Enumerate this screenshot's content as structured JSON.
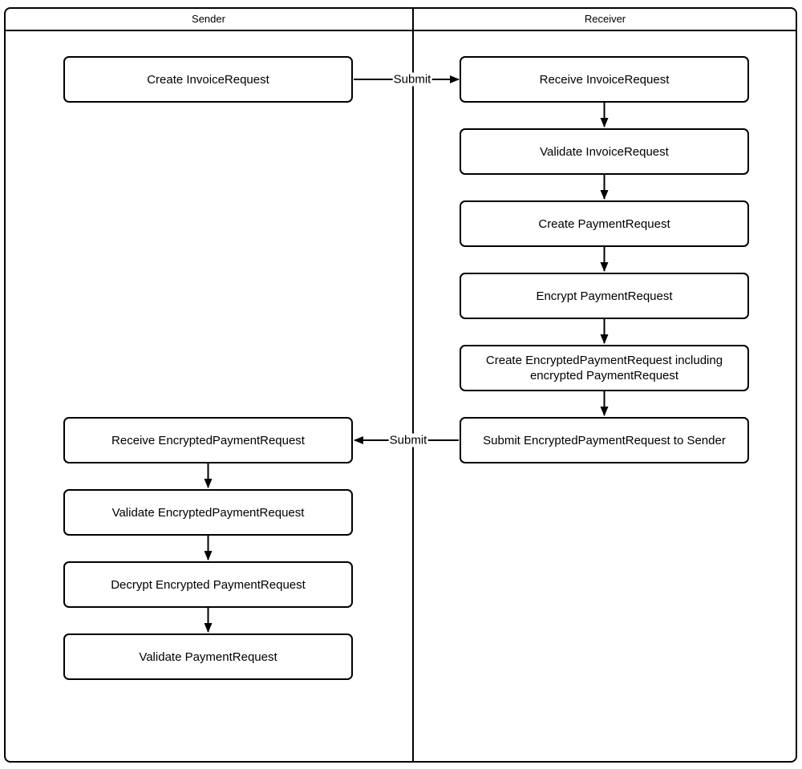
{
  "lanes": {
    "sender": {
      "title": "Sender",
      "nodes": [
        {
          "label": "Create InvoiceRequest"
        },
        {
          "label": "Receive EncryptedPaymentRequest"
        },
        {
          "label": "Validate EncryptedPaymentRequest"
        },
        {
          "label": "Decrypt Encrypted PaymentRequest"
        },
        {
          "label": "Validate PaymentRequest"
        }
      ]
    },
    "receiver": {
      "title": "Receiver",
      "nodes": [
        {
          "label": "Receive InvoiceRequest"
        },
        {
          "label": "Validate InvoiceRequest"
        },
        {
          "label": "Create PaymentRequest"
        },
        {
          "label": "Encrypt PaymentRequest"
        },
        {
          "label": "Create EncryptedPaymentRequest including encrypted PaymentRequest"
        },
        {
          "label": "Submit EncryptedPaymentRequest to Sender"
        }
      ]
    }
  },
  "edges": {
    "submit_invoice": {
      "label": "Submit"
    },
    "submit_payment": {
      "label": "Submit"
    }
  },
  "colors": {
    "stroke": "#000000",
    "fill": "#ffffff",
    "text": "#000000"
  }
}
